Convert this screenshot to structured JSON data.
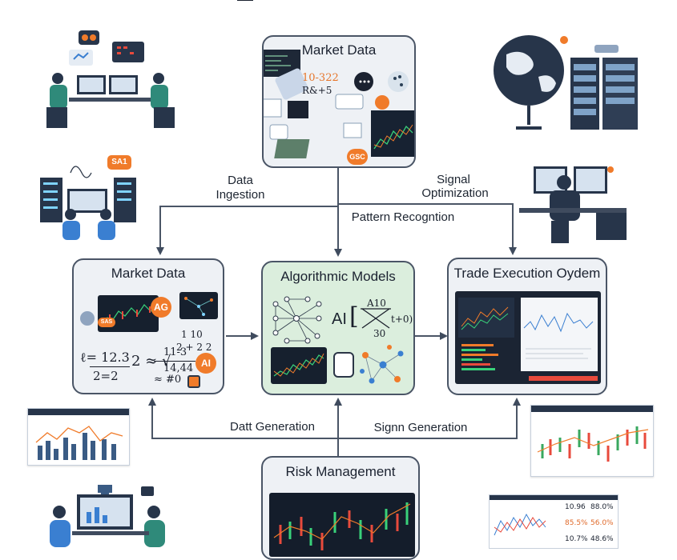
{
  "boxes": {
    "market_data_top": "Market Data",
    "market_data_left": "Market Data",
    "algorithmic_models": "Algorithmic Models",
    "trade_execution": "Trade Execution Oydem",
    "risk_management": "Risk Management"
  },
  "flow_labels": {
    "data_ingestion_1": "Data",
    "data_ingestion_2": "Ingestion",
    "signal_optimization_1": "Signal",
    "signal_optimization_2": "Optimization",
    "pattern_recognition": "Pattern Recogntion",
    "data_generation": "Datt Generation",
    "signal_generation": "Signn Generation"
  },
  "top_panel_text": {
    "code_1": "10-322",
    "code_2": "R&+5",
    "badge": "GSC"
  },
  "left_panel_text": {
    "badge_ag": "AG",
    "badge_ai": "AI",
    "eq_1": "ℓ= 12.3",
    "eq_2": "2=2",
    "eq_3": "2 ≈ √",
    "eq_4": "11-3",
    "eq_5": "14,44",
    "eq_6": "≈ #0",
    "eq_7": "1   10",
    "eq_8": "2 + 2   2",
    "small_badge": "SAS"
  },
  "algo_panel_text": {
    "ai": "AI",
    "frac_top": "A10",
    "frac_bottom": "30",
    "t_expr": "t+0)"
  },
  "icons": {
    "sa_badge": "SA1",
    "hero_badge": "SA"
  },
  "table_values": [
    [
      "10.96",
      "88.0%"
    ],
    [
      "85.5%",
      "56.0%"
    ],
    [
      "10.7%",
      "48.6%"
    ]
  ],
  "colors": {
    "accent_orange": "#f07b2a",
    "navy": "#27354a",
    "green_panel": "#dbeedd",
    "grey_panel": "#eef1f5"
  }
}
